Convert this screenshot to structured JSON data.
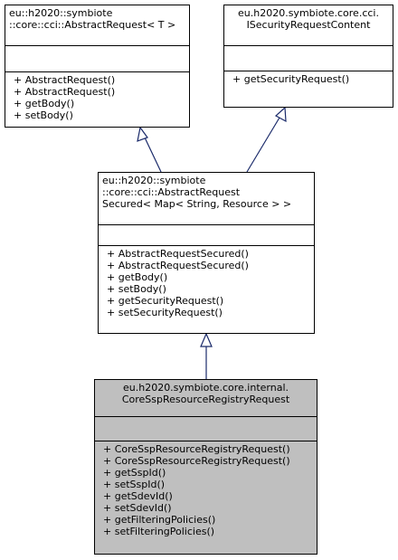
{
  "classes": {
    "abstract_request": {
      "name_lines": [
        "eu::h2020::symbiote",
        "::core::cci::AbstractRequest< T >"
      ],
      "operations": [
        "+ AbstractRequest()",
        "+ AbstractRequest()",
        "+ getBody()",
        "+ setBody()"
      ]
    },
    "isecurity_request_content": {
      "name_lines": [
        "eu.h2020.symbiote.core.cci.",
        "ISecurityRequestContent"
      ],
      "operations": [
        "+ getSecurityRequest()"
      ]
    },
    "abstract_request_secured": {
      "name_lines": [
        "eu::h2020::symbiote",
        "::core::cci::AbstractRequest",
        "Secured< Map< String, Resource > >"
      ],
      "operations": [
        "+ AbstractRequestSecured()",
        "+ AbstractRequestSecured()",
        "+ getBody()",
        "+ setBody()",
        "+ getSecurityRequest()",
        "+ setSecurityRequest()"
      ]
    },
    "core_ssp_resource_registry_request": {
      "name_lines": [
        "eu.h2020.symbiote.core.internal.",
        "CoreSspResourceRegistryRequest"
      ],
      "operations": [
        "+ CoreSspResourceRegistryRequest()",
        "+ CoreSspResourceRegistryRequest()",
        "+ getSspId()",
        "+ setSspId()",
        "+ getSdevId()",
        "+ setSdevId()",
        "+ getFilteringPolicies()",
        "+ setFilteringPolicies()"
      ]
    }
  },
  "colors": {
    "highlight_fill": "#bfbfbf",
    "edge": "#1a2a6a",
    "border": "#000000"
  }
}
